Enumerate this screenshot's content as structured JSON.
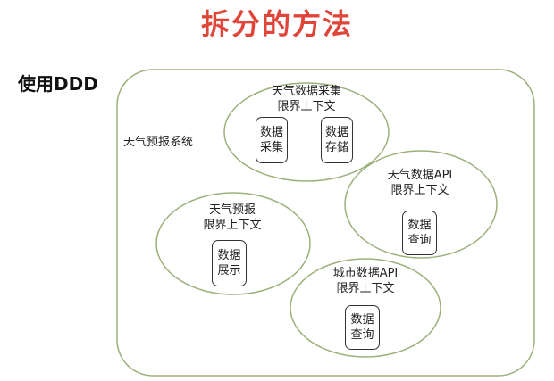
{
  "header": {
    "title": "拆分的方法"
  },
  "side_label": "使用DDD",
  "domain": {
    "label": "天气预报系统"
  },
  "contexts": [
    {
      "line1": "天气数据采集",
      "line2": "限界上下文",
      "modules": [
        "数据\n采集",
        "数据\n存储"
      ]
    },
    {
      "line1": "天气数据API",
      "line2": "限界上下文",
      "modules": [
        "数据\n查询"
      ]
    },
    {
      "line1": "天气预报",
      "line2": "限界上下文",
      "modules": [
        "数据\n展示"
      ]
    },
    {
      "line1": "城市数据API",
      "line2": "限界上下文",
      "modules": [
        "数据\n查询"
      ]
    }
  ],
  "colors": {
    "title": "#e0453a",
    "outline": "#9bb07a",
    "box_border": "#333333"
  }
}
